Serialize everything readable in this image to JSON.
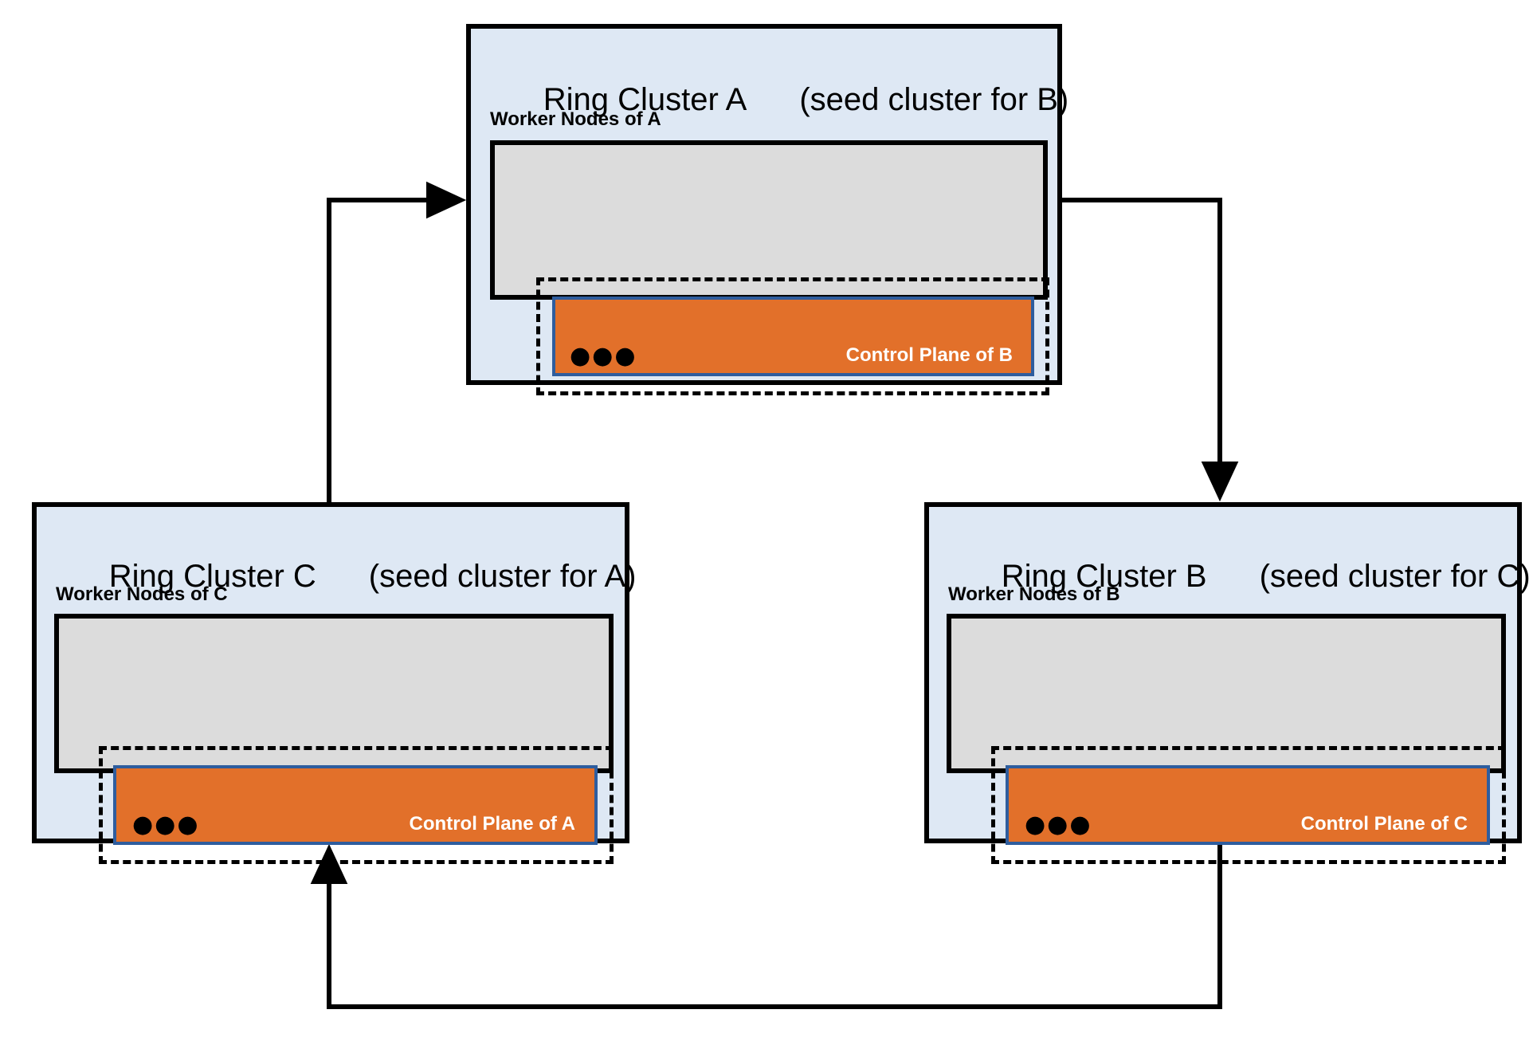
{
  "diagram": {
    "type": "ring-cluster-topology",
    "colors": {
      "cluster_background": "#DEE8F4",
      "cluster_border": "#000000",
      "worker_background": "#DCDCDC",
      "control_plane_fill": "#E2702A",
      "control_plane_border": "#2E5D9E",
      "arrow": "#000000",
      "label_text": "#FFFFFF"
    },
    "clusters": [
      {
        "id": "a",
        "title": "Ring Cluster A",
        "seed_note": "(seed cluster for B)",
        "worker_label": "Worker Nodes of A",
        "ellipsis": "●●●",
        "control_plane_label": "Control Plane of B"
      },
      {
        "id": "c",
        "title": "Ring Cluster C",
        "seed_note": "(seed cluster for A)",
        "worker_label": "Worker Nodes of C",
        "ellipsis": "●●●",
        "control_plane_label": "Control Plane of A"
      },
      {
        "id": "b",
        "title": "Ring Cluster B",
        "seed_note": "(seed cluster for C)",
        "worker_label": "Worker Nodes of B",
        "ellipsis": "●●●",
        "control_plane_label": "Control Plane of C"
      }
    ],
    "connections": [
      {
        "id": "c-to-a",
        "from": "Ring Cluster C",
        "to": "Ring Cluster A",
        "direction": "right"
      },
      {
        "id": "a-to-b",
        "from": "Ring Cluster A",
        "to": "Ring Cluster B",
        "direction": "down"
      },
      {
        "id": "b-to-c",
        "from": "Ring Cluster B",
        "to": "Ring Cluster C",
        "direction": "up"
      }
    ]
  }
}
